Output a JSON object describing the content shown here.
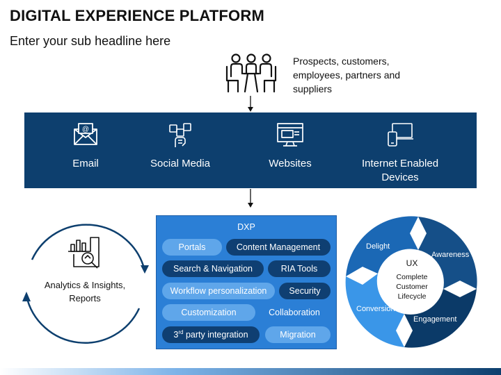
{
  "title": "DIGITAL EXPERIENCE PLATFORM",
  "subtitle": "Enter your sub headline here",
  "stakeholders": {
    "icon": "people-meeting-icon",
    "text": "Prospects, customers, employees, partners and suppliers"
  },
  "channels": [
    {
      "label": "Email",
      "icon": "email-icon"
    },
    {
      "label": "Social Media",
      "icon": "social-media-icon"
    },
    {
      "label": "Websites",
      "icon": "website-icon"
    },
    {
      "label": "Internet Enabled Devices",
      "icon": "devices-icon"
    }
  ],
  "analytics": {
    "label": "Analytics & Insights, Reports",
    "icon": "analytics-report-icon"
  },
  "dxp": {
    "title": "DXP",
    "items": [
      {
        "label": "Portals",
        "style": "light"
      },
      {
        "label": "Content Management",
        "style": "dark"
      },
      {
        "label": "Search & Navigation",
        "style": "dark"
      },
      {
        "label": "RIA Tools",
        "style": "dark"
      },
      {
        "label": "Workflow personalization",
        "style": "light"
      },
      {
        "label": "Security",
        "style": "dark"
      },
      {
        "label": "Customization",
        "style": "light"
      },
      {
        "label": "Collaboration",
        "style": "plain"
      },
      {
        "label": "party integration",
        "prefix": "3",
        "sup": "rd",
        "style": "dark"
      },
      {
        "label": "Migration",
        "style": "light"
      }
    ]
  },
  "lifecycle": {
    "center_title": "UX",
    "center_text": "Complete Customer Lifecycle",
    "segments": [
      {
        "label": "Delight",
        "color": "#1b68b5"
      },
      {
        "label": "Awareness",
        "color": "#154f88"
      },
      {
        "label": "Engagement",
        "color": "#0b3a68"
      },
      {
        "label": "Conversion",
        "color": "#3a96e8"
      }
    ]
  },
  "colors": {
    "band": "#0d3f6e",
    "dxp_bg": "#2b7fd6",
    "pill_light": "#5fa6ea",
    "pill_dark": "#0f3f72"
  }
}
